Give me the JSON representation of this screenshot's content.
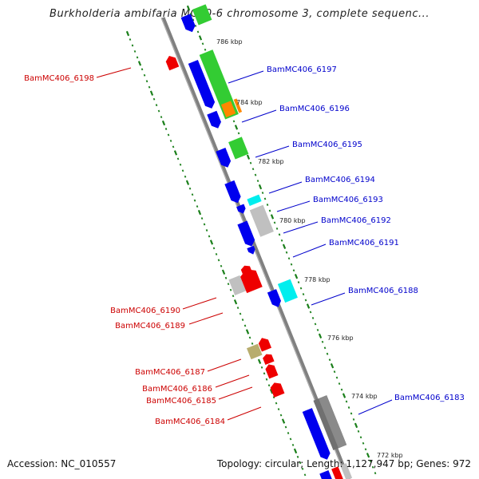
{
  "title": "Burkholderia ambifaria MC40-6 chromosome 3, complete sequenc...",
  "footer": {
    "accession": "Accession: NC_010557",
    "topology": "Topology: circular; Length: 1,127,947 bp; Genes: 972"
  },
  "colors": {
    "backbone": "#808080",
    "tick": "#1a7f1a",
    "forward_label": "#0000cc",
    "reverse_label": "#cc0000",
    "gene_blue": "#0000ee",
    "gene_red": "#ee0000",
    "gene_green": "#33cc33",
    "gene_orange": "#ff8800",
    "gene_cyan": "#00eeee",
    "gene_grey": "#c0c0c0",
    "gene_darkgrey": "#707070",
    "gene_khaki": "#b8ad6e"
  },
  "scale_labels": [
    "786 kbp",
    "784 kbp",
    "782 kbp",
    "780 kbp",
    "778 kbp",
    "776 kbp",
    "774 kbp",
    "772 kbp"
  ],
  "genes_forward": [
    "BamMC406_6197",
    "BamMC406_6196",
    "BamMC406_6195",
    "BamMC406_6194",
    "BamMC406_6193",
    "BamMC406_6192",
    "BamMC406_6191",
    "BamMC406_6188",
    "BamMC406_6183"
  ],
  "genes_reverse": [
    "BamMC406_6198",
    "BamMC406_6190",
    "BamMC406_6189",
    "BamMC406_6187",
    "BamMC406_6186",
    "BamMC406_6185",
    "BamMC406_6184"
  ]
}
